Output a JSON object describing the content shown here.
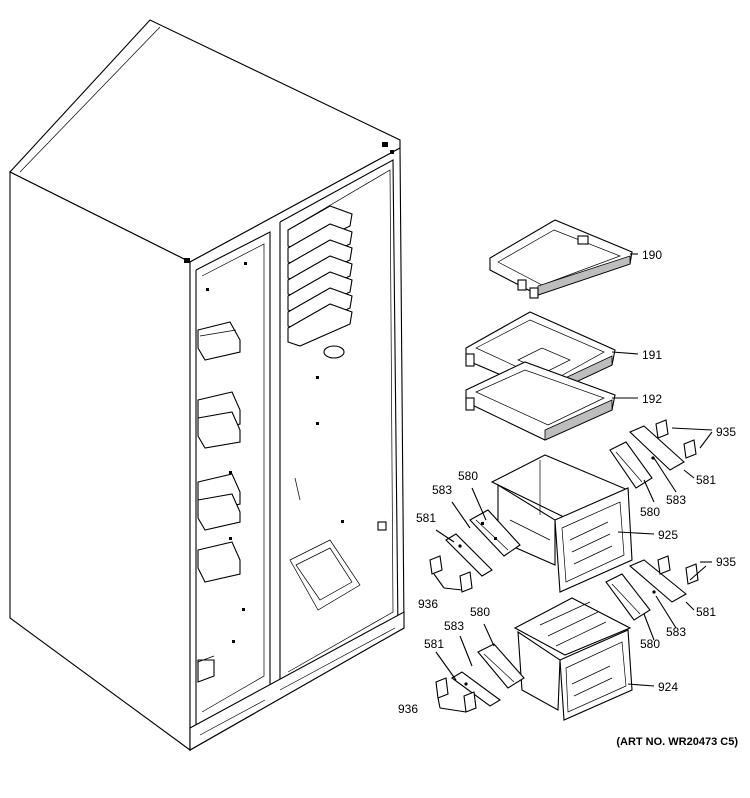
{
  "labels": {
    "p190": "190",
    "p191": "191",
    "p192": "192",
    "p935a": "935",
    "p581a": "581",
    "p583a": "583",
    "p580a": "580",
    "p925": "925",
    "p580b": "580",
    "p583b": "583",
    "p581b": "581",
    "p936a": "936",
    "p935b": "935",
    "p581c": "581",
    "p583c": "583",
    "p580c": "580",
    "p924": "924",
    "p580d": "580",
    "p583d": "583",
    "p581d": "581",
    "p936b": "936"
  },
  "art_number": "(ART NO. WR20473 C5)"
}
